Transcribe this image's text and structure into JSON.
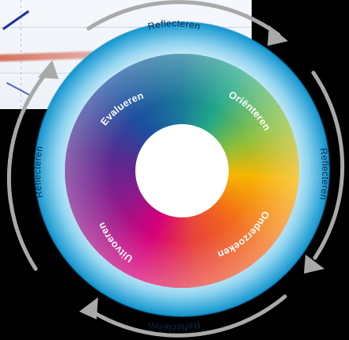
{
  "phases": {
    "orienteren": "Oriënteren",
    "onderzoeken": "Onderzoeken",
    "uitvoeren": "Uitvoeren",
    "evalueren": "Evalueren"
  },
  "outer_ring": {
    "top": "Reflecteren",
    "right": "Reflecteren",
    "bottom": "Reflecteren",
    "left": "Reflecteren"
  },
  "colors": {
    "ring_outer": "#1aa6d8",
    "ring_inner": "#d7f2fb",
    "arrow": "#a7a7a7",
    "teal": "#22a888",
    "yellow": "#f7b500",
    "orange": "#f26a1b",
    "magenta": "#d6007a",
    "purple": "#5a2a8f",
    "blue": "#1b4fa0"
  }
}
